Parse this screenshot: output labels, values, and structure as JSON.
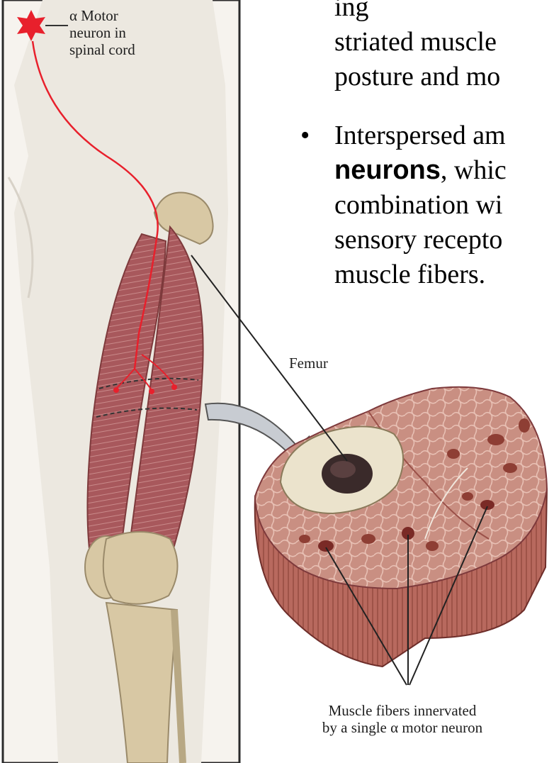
{
  "labels": {
    "motor_line1": "α Motor",
    "motor_line2": "neuron in",
    "motor_line3": "spinal cord",
    "femur": "Femur",
    "fibers_line1": "Muscle fibers innervated",
    "fibers_line2": "by a single α motor neuron"
  },
  "bullets": [
    {
      "lines": [
        "ing",
        "striated muscle",
        "posture and mo"
      ]
    },
    {
      "bullet": "•",
      "lines": [
        "Interspersed am",
        "neurons",
        ", whic",
        "combination wi",
        "sensory recepto",
        "muscle fibers."
      ]
    }
  ],
  "colors": {
    "skin": "#ece8e0",
    "muscle": "#b0696b",
    "bone": "#d8c8a4",
    "nerve": "#e8202c",
    "section_tissue": "#c48a80",
    "marrow": "#3a2a2a"
  }
}
